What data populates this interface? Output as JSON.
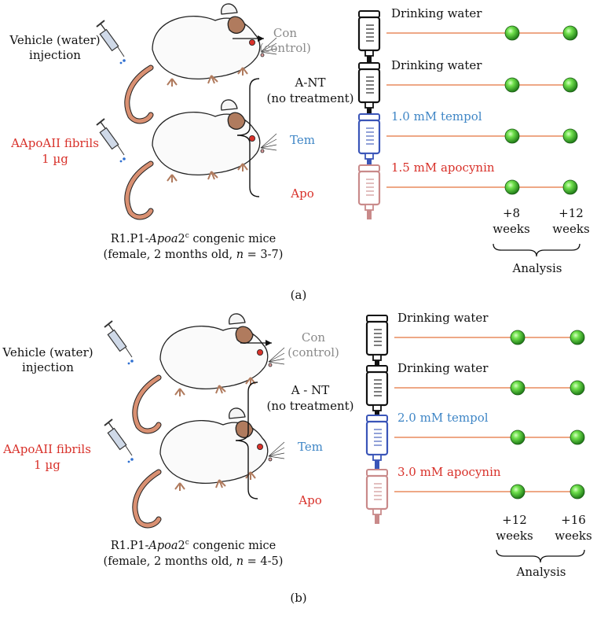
{
  "colors": {
    "black": "#111111",
    "gray": "#8a8a8a",
    "red": "#d8312a",
    "blue": "#3f86c6",
    "pink": "#c98a8a",
    "orange": "#e88b5e",
    "green_light": "#8ff06a",
    "green_dark": "#1f8a1a"
  },
  "panels": [
    {
      "vehicle_label": [
        "Vehicle (water)",
        "injection"
      ],
      "fibril_label": [
        "AApoAII fibrils",
        "1 µg"
      ],
      "con_label": [
        "Con",
        "(control)"
      ],
      "ant_label": [
        "A-NT",
        "(no treatment)"
      ],
      "tem_label": "Tem",
      "apo_label": "Apo",
      "rows": [
        {
          "group": "con",
          "bottle": "black",
          "drink_label": "Drinking water",
          "drink_color": "black"
        },
        {
          "group": "ant",
          "bottle": "black",
          "drink_label": "Drinking water",
          "drink_color": "black"
        },
        {
          "group": "tem",
          "bottle": "blue",
          "drink_label": "1.0 mM tempol",
          "drink_color": "blue"
        },
        {
          "group": "apo",
          "bottle": "pink",
          "drink_label": "1.5 mM apocynin",
          "drink_color": "red"
        }
      ],
      "timepoints": [
        [
          "+8",
          "weeks"
        ],
        [
          "+12",
          "weeks"
        ]
      ],
      "analysis_label": "Analysis",
      "mice_label_prefix": "R1.P1-",
      "mice_label_gene": "Apoa",
      "mice_label_gene_num": "2",
      "mice_label_sup": "c",
      "mice_label_suffix": " congenic mice",
      "mice_detail_prefix": "(female, 2 months old, ",
      "mice_detail_n": "n",
      "mice_detail_suffix": " = 3-7)",
      "panel_label": "(a)"
    },
    {
      "vehicle_label": [
        "Vehicle (water)",
        "injection"
      ],
      "fibril_label": [
        "AApoAII fibrils",
        "1 µg"
      ],
      "con_label": [
        "Con",
        "(control)"
      ],
      "ant_label": [
        "A - NT",
        "(no treatment)"
      ],
      "tem_label": "Tem",
      "apo_label": "Apo",
      "rows": [
        {
          "group": "con",
          "bottle": "black",
          "drink_label": "Drinking water",
          "drink_color": "black"
        },
        {
          "group": "ant",
          "bottle": "black",
          "drink_label": "Drinking water",
          "drink_color": "black"
        },
        {
          "group": "tem",
          "bottle": "blue",
          "drink_label": "2.0 mM tempol",
          "drink_color": "blue"
        },
        {
          "group": "apo",
          "bottle": "pink",
          "drink_label": "3.0 mM apocynin",
          "drink_color": "red"
        }
      ],
      "timepoints": [
        [
          "+12",
          "weeks"
        ],
        [
          "+16",
          "weeks"
        ]
      ],
      "analysis_label": "Analysis",
      "mice_label_prefix": "R1.P1-",
      "mice_label_gene": "Apoa",
      "mice_label_gene_num": "2",
      "mice_label_sup": "c",
      "mice_label_suffix": " congenic mice",
      "mice_detail_prefix": "(female, 2 months old, ",
      "mice_detail_n": "n",
      "mice_detail_suffix": " = 4-5)",
      "panel_label": "(b)"
    }
  ]
}
